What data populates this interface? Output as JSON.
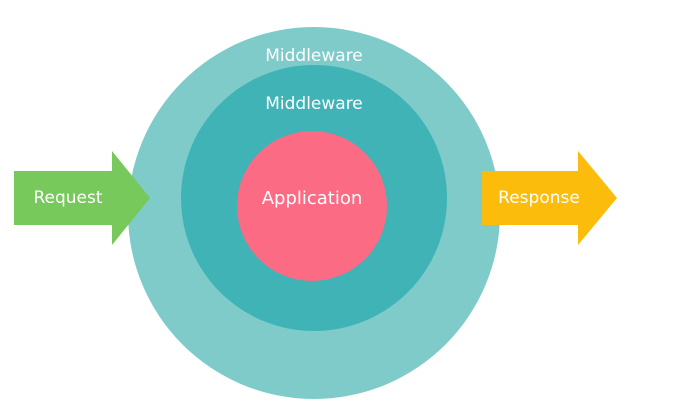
{
  "diagram": {
    "request": {
      "label": "Request",
      "color": "#76c95a"
    },
    "response": {
      "label": "Response",
      "color": "#fcbc0c"
    },
    "outer_layer": {
      "label": "Middleware",
      "color": "#7ecbca"
    },
    "inner_layer": {
      "label": "Middleware",
      "color": "#40b3b6"
    },
    "core": {
      "label": "Application",
      "color": "#fb6b83"
    },
    "text_color": "#ffffff"
  }
}
